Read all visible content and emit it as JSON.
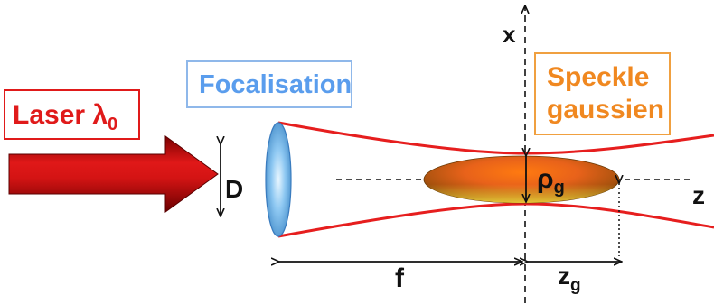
{
  "labels": {
    "laser": "Laser λ",
    "laser_subscript": "0",
    "focalisation": "Focalisation",
    "speckle_line1": "Speckle",
    "speckle_line2": "gaussien",
    "diameter": "D",
    "rho": "ρ",
    "rho_subscript": "g",
    "focal_length": "f",
    "z_length": "z",
    "z_length_subscript": "g",
    "axis_x": "x",
    "axis_z": "z"
  },
  "colors": {
    "laser": "#e01a1a",
    "beam": "#e61e1e",
    "focalisation": "#5a9ded",
    "focalisation_border": "#8fb8ea",
    "speckle": "#f08820",
    "speckle_border": "#f0a040"
  }
}
